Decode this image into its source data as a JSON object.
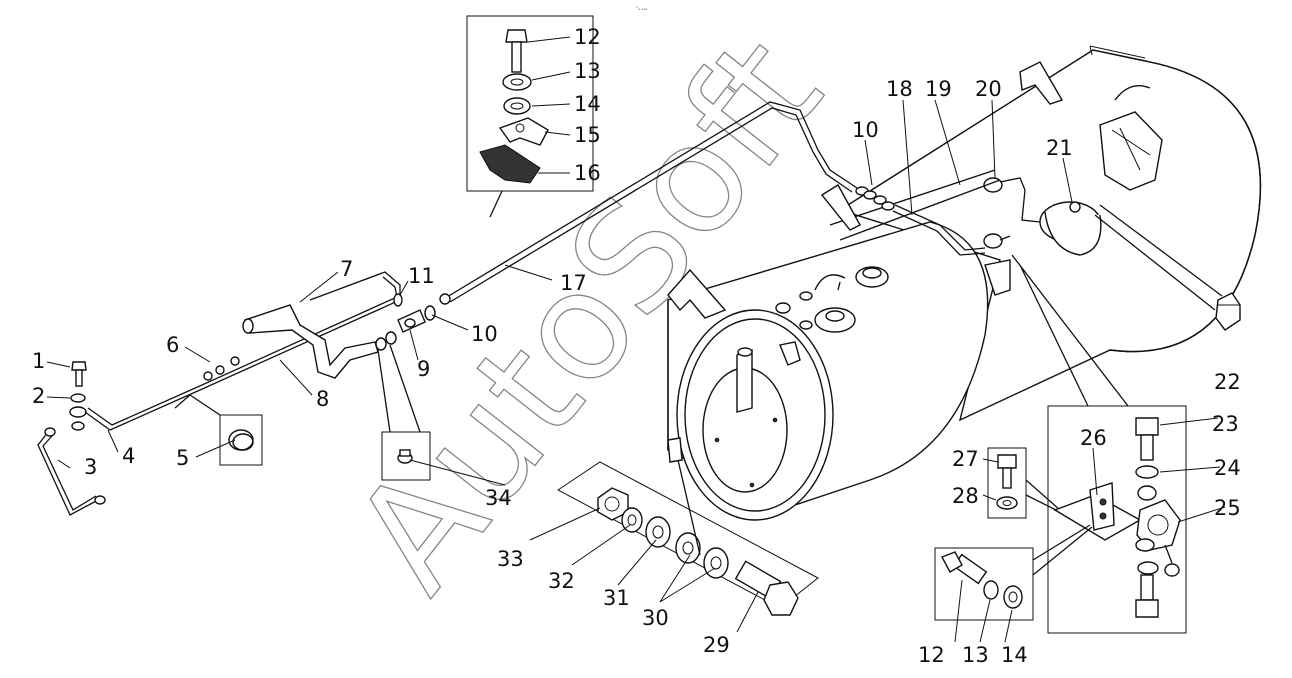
{
  "diagram": {
    "watermark": "AutoSoft",
    "corner_text": "ⁿₐ ₐₐₐ",
    "callouts": [
      "1",
      "2",
      "3",
      "4",
      "5",
      "6",
      "7",
      "8",
      "9",
      "10",
      "11",
      "12",
      "13",
      "14",
      "15",
      "16",
      "17",
      "18",
      "19",
      "20",
      "21",
      "22",
      "23",
      "24",
      "25",
      "26",
      "27",
      "28",
      "29",
      "30",
      "31",
      "32",
      "33",
      "34",
      "10",
      "12",
      "13",
      "14"
    ]
  }
}
